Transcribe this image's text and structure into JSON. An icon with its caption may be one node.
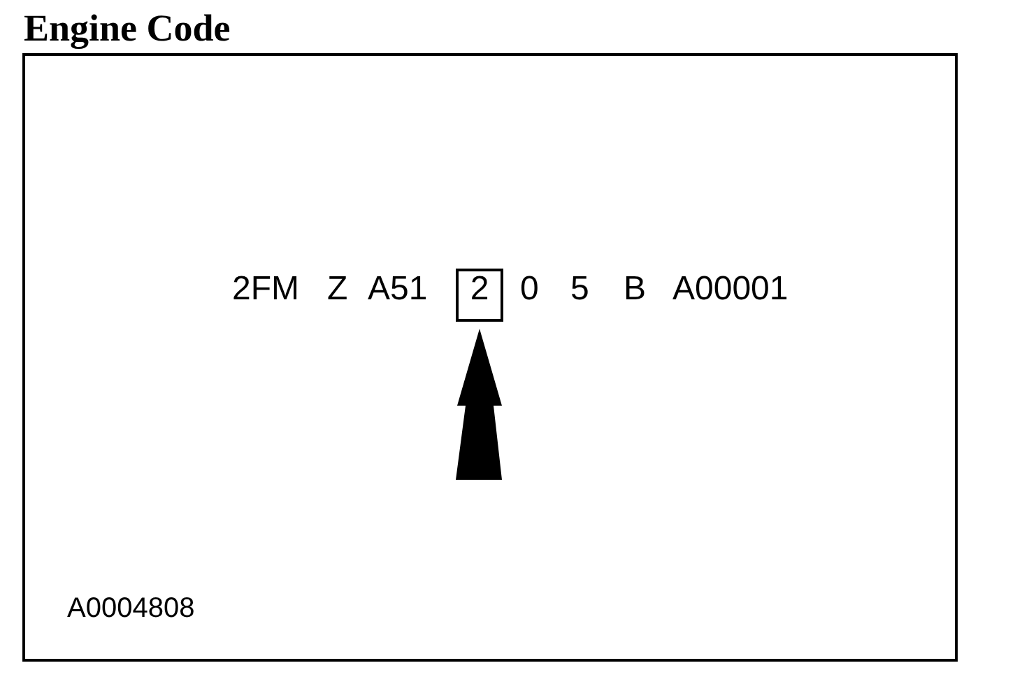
{
  "diagram": {
    "title": "Engine Code",
    "nodes": [
      {
        "text": [],
        "shape": "box"
      },
      {
        "text": [
          "2"
        ],
        "in": 0
      }
    ],
    "edges": [
      {
        "from": null,
        "to": 1,
        "arrow": "to",
        "style": "thick"
      }
    ],
    "labels": [
      "2FM",
      "Z",
      "A51",
      "0",
      "5",
      "B",
      "A00001",
      "A0004808"
    ]
  }
}
